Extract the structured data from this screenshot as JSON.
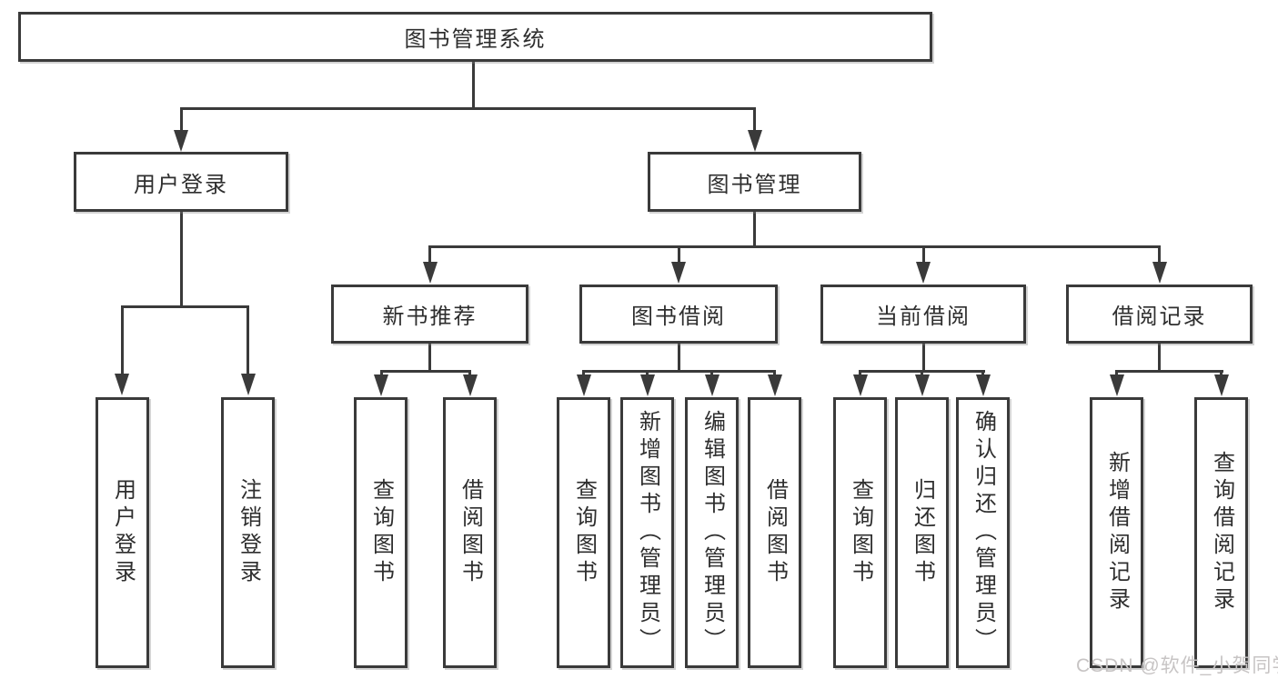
{
  "diagram": {
    "root": {
      "label": "图书管理系统"
    },
    "user_login": {
      "label": "用户登录",
      "children": {
        "login": "用户登录",
        "logout": "注销登录"
      }
    },
    "book_management": {
      "label": "图书管理",
      "new_book_recommend": {
        "label": "新书推荐",
        "children": {
          "query_books": "查询图书",
          "borrow_books": "借阅图书"
        }
      },
      "book_borrowing": {
        "label": "图书借阅",
        "children": {
          "query_books": "查询图书",
          "add_books": "新增图书（管理员）",
          "edit_books": "编辑图书（管理员）",
          "borrow_books": "借阅图书"
        }
      },
      "current_borrowing": {
        "label": "当前借阅",
        "children": {
          "query_books": "查询图书",
          "return_books": "归还图书",
          "confirm_return": "确认归还（管理员）"
        }
      },
      "borrowing_records": {
        "label": "借阅记录",
        "children": {
          "add_record": "新增借阅记录",
          "query_record": "查询借阅记录"
        }
      }
    }
  },
  "watermark": {
    "text": "CSDN @软件_小贺同学",
    "color": "#c7c4c4"
  },
  "colors": {
    "line": "#3a3a3a",
    "text": "#2e2e2e",
    "background": "#ffffff"
  }
}
